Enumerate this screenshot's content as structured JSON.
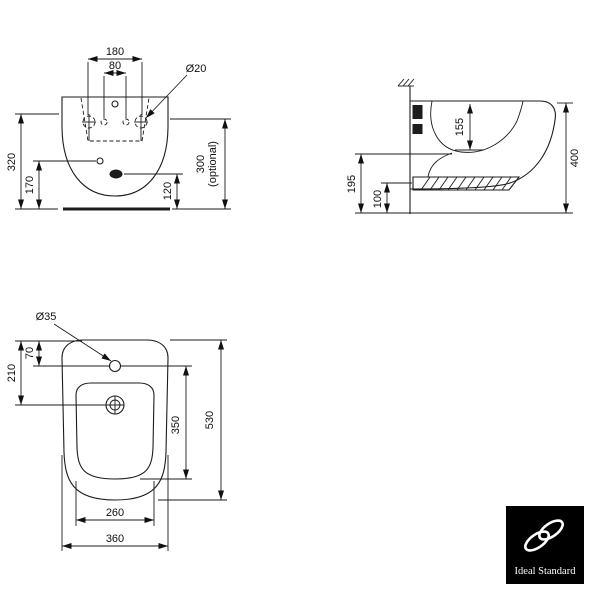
{
  "front_view": {
    "dim_180": "180",
    "dim_80": "80",
    "dim_hole": "Ø20",
    "dim_320": "320",
    "dim_170": "170",
    "dim_120": "120",
    "dim_300": "300",
    "dim_300_note": "(optional)"
  },
  "side_view": {
    "dim_155": "155",
    "dim_400": "400",
    "dim_195": "195",
    "dim_100": "100"
  },
  "plan_view": {
    "dim_tap": "Ø35",
    "dim_70": "70",
    "dim_210": "210",
    "dim_530": "530",
    "dim_350": "350",
    "dim_260": "260",
    "dim_360": "360"
  },
  "logo": {
    "brand": "Ideal Standard"
  }
}
